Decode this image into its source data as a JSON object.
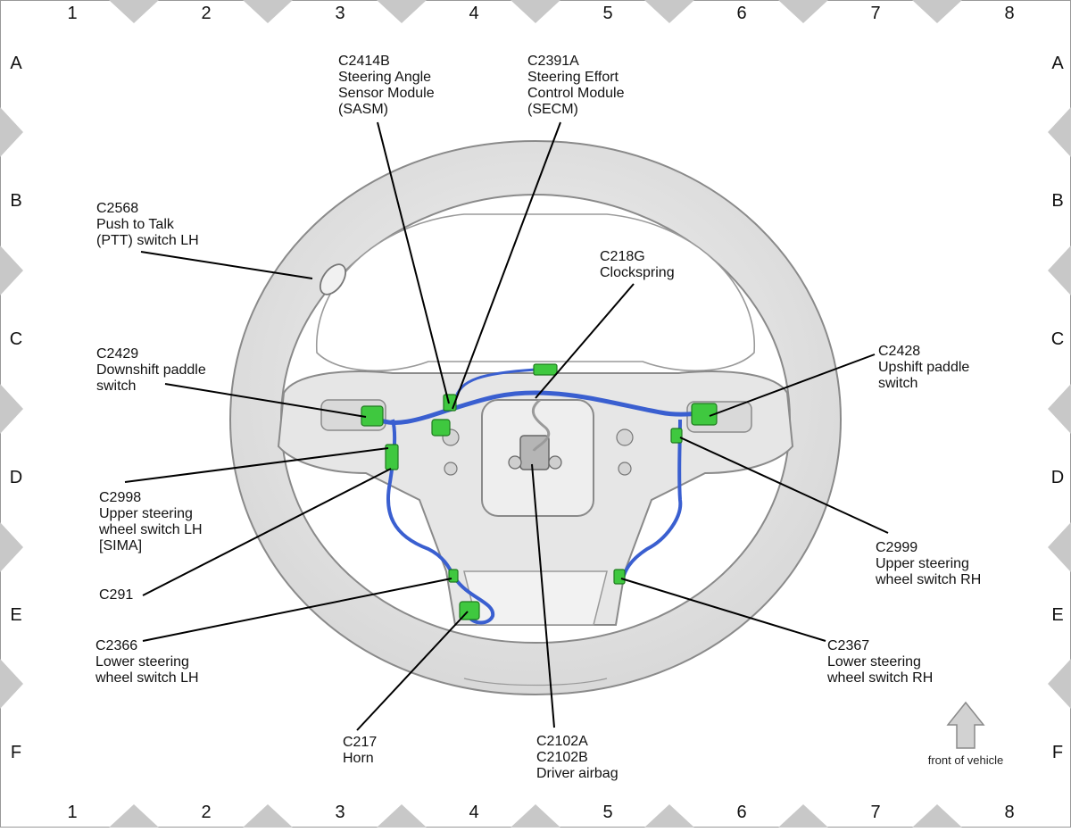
{
  "grid": {
    "columns": [
      "1",
      "2",
      "3",
      "4",
      "5",
      "6",
      "7",
      "8"
    ],
    "rows": [
      "A",
      "B",
      "C",
      "D",
      "E",
      "F"
    ]
  },
  "callouts": {
    "c2414b": [
      "C2414B",
      "Steering Angle",
      "Sensor Module",
      "(SASM)"
    ],
    "c2391a": [
      "C2391A",
      "Steering Effort",
      "Control Module",
      "(SECM)"
    ],
    "c2568": [
      "C2568",
      "Push to Talk",
      "(PTT) switch LH"
    ],
    "c218g": [
      "C218G",
      "Clockspring"
    ],
    "c2429": [
      "C2429",
      "Downshift paddle",
      "switch"
    ],
    "c2428": [
      "C2428",
      "Upshift paddle",
      "switch"
    ],
    "c2998": [
      "C2998",
      "Upper steering",
      "wheel switch LH",
      "[SIMA]"
    ],
    "c2999": [
      "C2999",
      "Upper steering",
      "wheel switch RH"
    ],
    "c291": [
      "C291"
    ],
    "c2366": [
      "C2366",
      "Lower steering",
      "wheel switch LH"
    ],
    "c2367": [
      "C2367",
      "Lower steering",
      "wheel switch RH"
    ],
    "c217": [
      "C217",
      "Horn"
    ],
    "c2102": [
      "C2102A",
      "C2102B",
      "Driver airbag"
    ]
  },
  "front_of_vehicle": "front of vehicle",
  "colors": {
    "harness": "#3a5fd0",
    "connector": "#3fc83f",
    "wheel_fill": "#e8e8e8",
    "wheel_stroke": "#8a8a8a",
    "border_triangle": "#c8c8c8"
  }
}
